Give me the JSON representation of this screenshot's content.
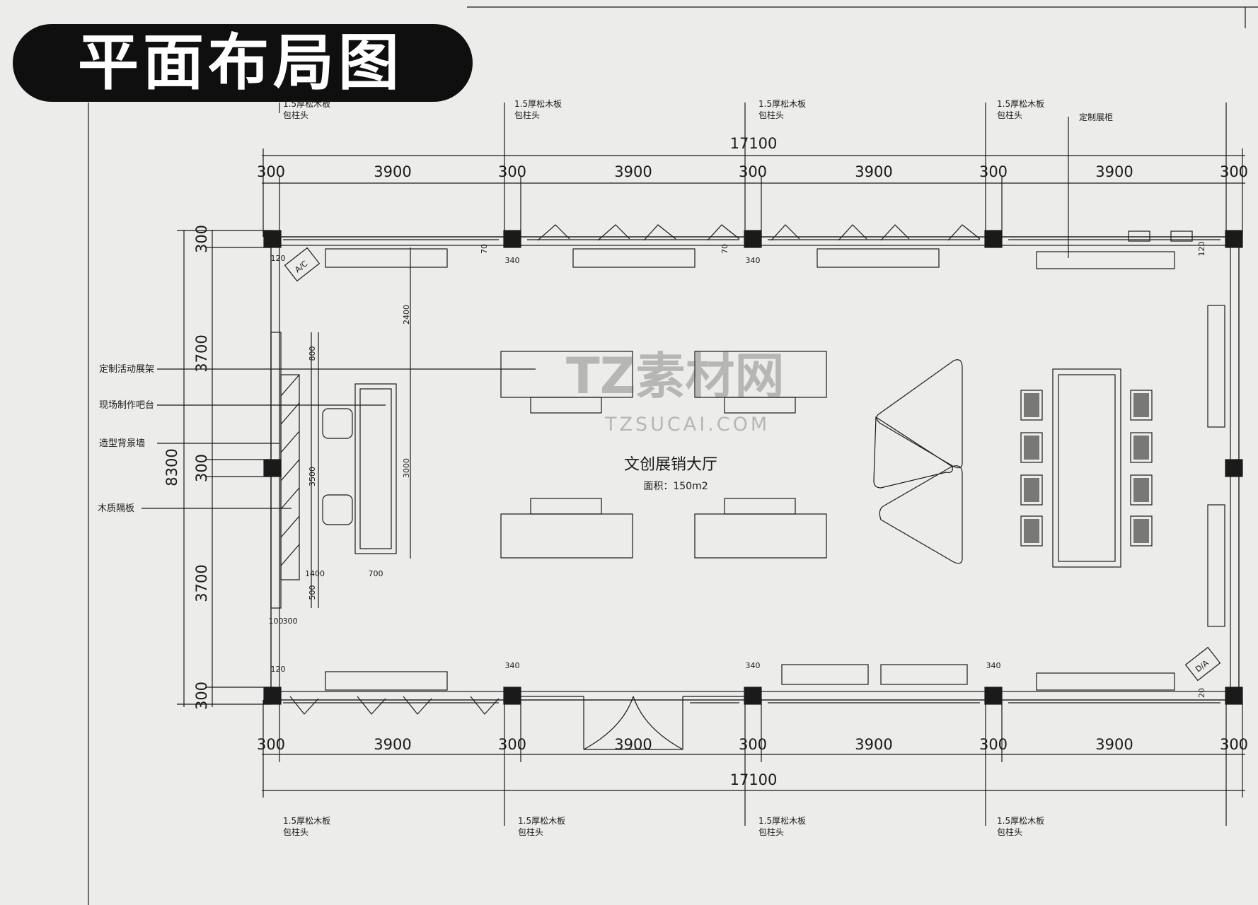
{
  "title": "平面布局图",
  "room": {
    "name": "文创展销大厅",
    "area": "面积：150m2"
  },
  "watermark": {
    "brand": "TZ素材网",
    "url": "TZSUCAI.COM"
  },
  "dimensions": {
    "overall_width": "17100",
    "bay": "3900",
    "column": "300",
    "overall_depth": "8300",
    "side_segment": "3700",
    "column_width": "340",
    "small": [
      "70",
      "120",
      "20"
    ],
    "wall_internal": [
      "2400",
      "800",
      "3500",
      "3000",
      "1400",
      "700",
      "500",
      "100",
      "300"
    ]
  },
  "notes": {
    "column_wrap_line1": "1.5厚松木板",
    "column_wrap_line2": "包柱头",
    "custom_cabinet": "定制展柜"
  },
  "labels": {
    "shelf": "定制活动展架",
    "bar": "现场制作吧台",
    "feature_wall": "造型背景墙",
    "partition": "木质隔板",
    "ac_top": "A/C",
    "ac_bottom": "D/A"
  },
  "colors": {
    "line": "#1a1a1a",
    "paper": "#ececea",
    "pill": "#0f0f0f"
  }
}
